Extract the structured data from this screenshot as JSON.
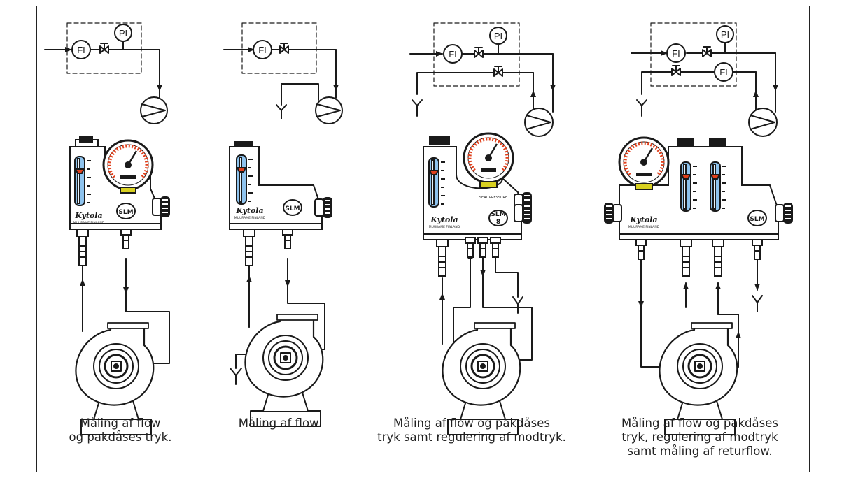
{
  "instrument_tags": {
    "flow": "FI",
    "pressure": "PI"
  },
  "device": {
    "brand": "Kytola",
    "origin": "MUURAME FINLAND",
    "logo": "SLM",
    "seal_pressure_label": "SEAL PRESSURE",
    "model_number": "8"
  },
  "captions": [
    {
      "line1": "Måling af flow",
      "line2": "og pakdåses tryk.",
      "line3": ""
    },
    {
      "line1": "Måling af flow.",
      "line2": "",
      "line3": ""
    },
    {
      "line1": "Måling af flow og pakdåses",
      "line2": "tryk samt regulering af modtryk.",
      "line3": ""
    },
    {
      "line1": "Måling af flow og pakdåses",
      "line2": "tryk, regulering af modtryk",
      "line3": "samt måling af returflow."
    }
  ],
  "colors": {
    "ink": "#1a1a1a",
    "tube": "#8ec3ee",
    "dial_red": "#e0401c",
    "ring_yellow": "#d8d020"
  }
}
